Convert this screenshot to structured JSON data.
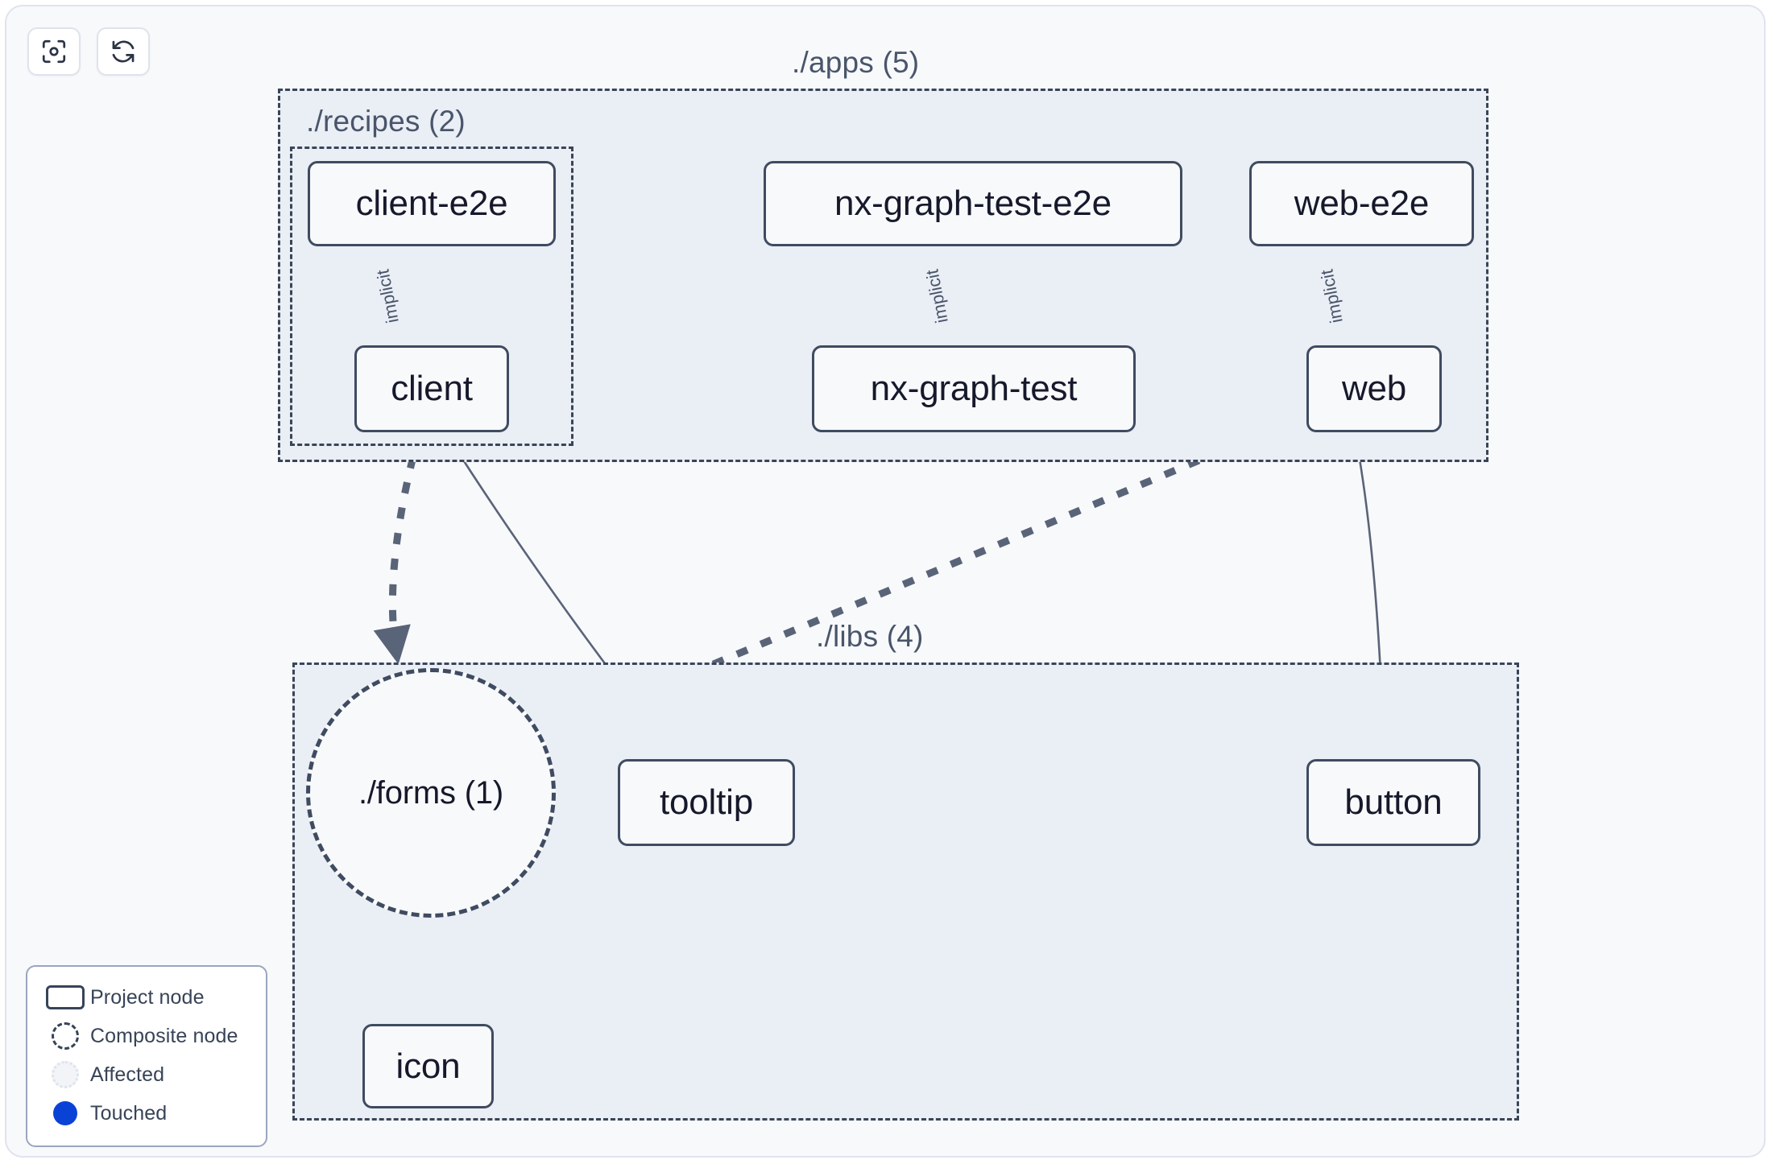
{
  "toolbar": {
    "buttons": [
      {
        "name": "focus-graph-button",
        "icon": "focus-target-icon",
        "label": ""
      },
      {
        "name": "refresh-graph-button",
        "icon": "refresh-icon",
        "label": ""
      }
    ]
  },
  "legend": {
    "items": [
      {
        "swatch": "project-node-swatch",
        "label": "Project node"
      },
      {
        "swatch": "composite-node-swatch",
        "label": "Composite node"
      },
      {
        "swatch": "affected-swatch",
        "label": "Affected"
      },
      {
        "swatch": "touched-swatch",
        "label": "Touched"
      }
    ]
  },
  "graph": {
    "groups": [
      {
        "id": "apps",
        "label": "./apps (5)"
      },
      {
        "id": "recipes",
        "label": "./recipes (2)"
      },
      {
        "id": "libs",
        "label": "./libs (4)"
      }
    ],
    "nodes": [
      {
        "id": "client-e2e",
        "label": "client-e2e",
        "type": "project"
      },
      {
        "id": "nx-graph-test-e2e",
        "label": "nx-graph-test-e2e",
        "type": "project"
      },
      {
        "id": "web-e2e",
        "label": "web-e2e",
        "type": "project"
      },
      {
        "id": "client",
        "label": "client",
        "type": "project"
      },
      {
        "id": "nx-graph-test",
        "label": "nx-graph-test",
        "type": "project"
      },
      {
        "id": "web",
        "label": "web",
        "type": "project"
      },
      {
        "id": "forms",
        "label": "./forms (1)",
        "type": "composite"
      },
      {
        "id": "tooltip",
        "label": "tooltip",
        "type": "project"
      },
      {
        "id": "button",
        "label": "button",
        "type": "project"
      },
      {
        "id": "icon",
        "label": "icon",
        "type": "project"
      }
    ],
    "edges": [
      {
        "from": "client-e2e",
        "to": "client",
        "label": "implicit",
        "style": "solid"
      },
      {
        "from": "nx-graph-test-e2e",
        "to": "nx-graph-test",
        "label": "implicit",
        "style": "solid"
      },
      {
        "from": "web-e2e",
        "to": "web",
        "label": "implicit",
        "style": "solid"
      },
      {
        "from": "client",
        "to": "forms",
        "label": "",
        "style": "dashed"
      },
      {
        "from": "client",
        "to": "tooltip",
        "label": "",
        "style": "solid"
      },
      {
        "from": "web",
        "to": "forms",
        "label": "",
        "style": "dashed"
      },
      {
        "from": "web",
        "to": "button",
        "label": "",
        "style": "solid"
      },
      {
        "from": "forms",
        "to": "icon",
        "label": "",
        "style": "dashed"
      }
    ]
  },
  "colors": {
    "canvas": "#f8f9fb",
    "group_fill": "#eaeef5",
    "group_border": "#3a4557",
    "node_border": "#3f4b60",
    "node_fill": "#f8f9fb",
    "edge": "#5a6478",
    "text": "#16192b",
    "muted_text": "#49556a",
    "touched": "#0b42d6"
  }
}
